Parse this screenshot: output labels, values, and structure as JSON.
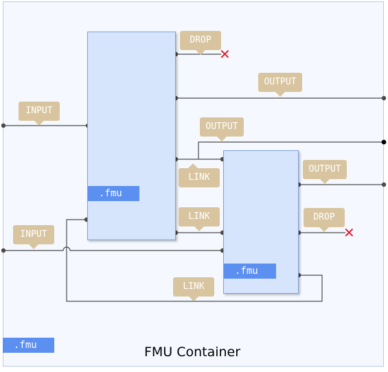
{
  "container": {
    "caption": "FMU Container",
    "tag": ".fmu"
  },
  "fmus": [
    {
      "tag": ".fmu"
    },
    {
      "tag": ".fmu"
    }
  ],
  "labels": {
    "drop_top": "DROP",
    "output_top": "OUTPUT",
    "input_left": "INPUT",
    "output_mid": "OUTPUT",
    "link_upper": "LINK",
    "output_right": "OUTPUT",
    "link_lower": "LINK",
    "drop_right": "DROP",
    "input_lower": "INPUT",
    "link_bottom": "LINK"
  },
  "drop_marker": "✕",
  "colors": {
    "container_bg": "#f5f9ff",
    "fmu_bg": "#d6e5fb",
    "fmu_tag": "#5b8ff0",
    "callout": "#d8c5a0",
    "wire": "#4a4a4a",
    "drop_x": "#e8182a"
  }
}
